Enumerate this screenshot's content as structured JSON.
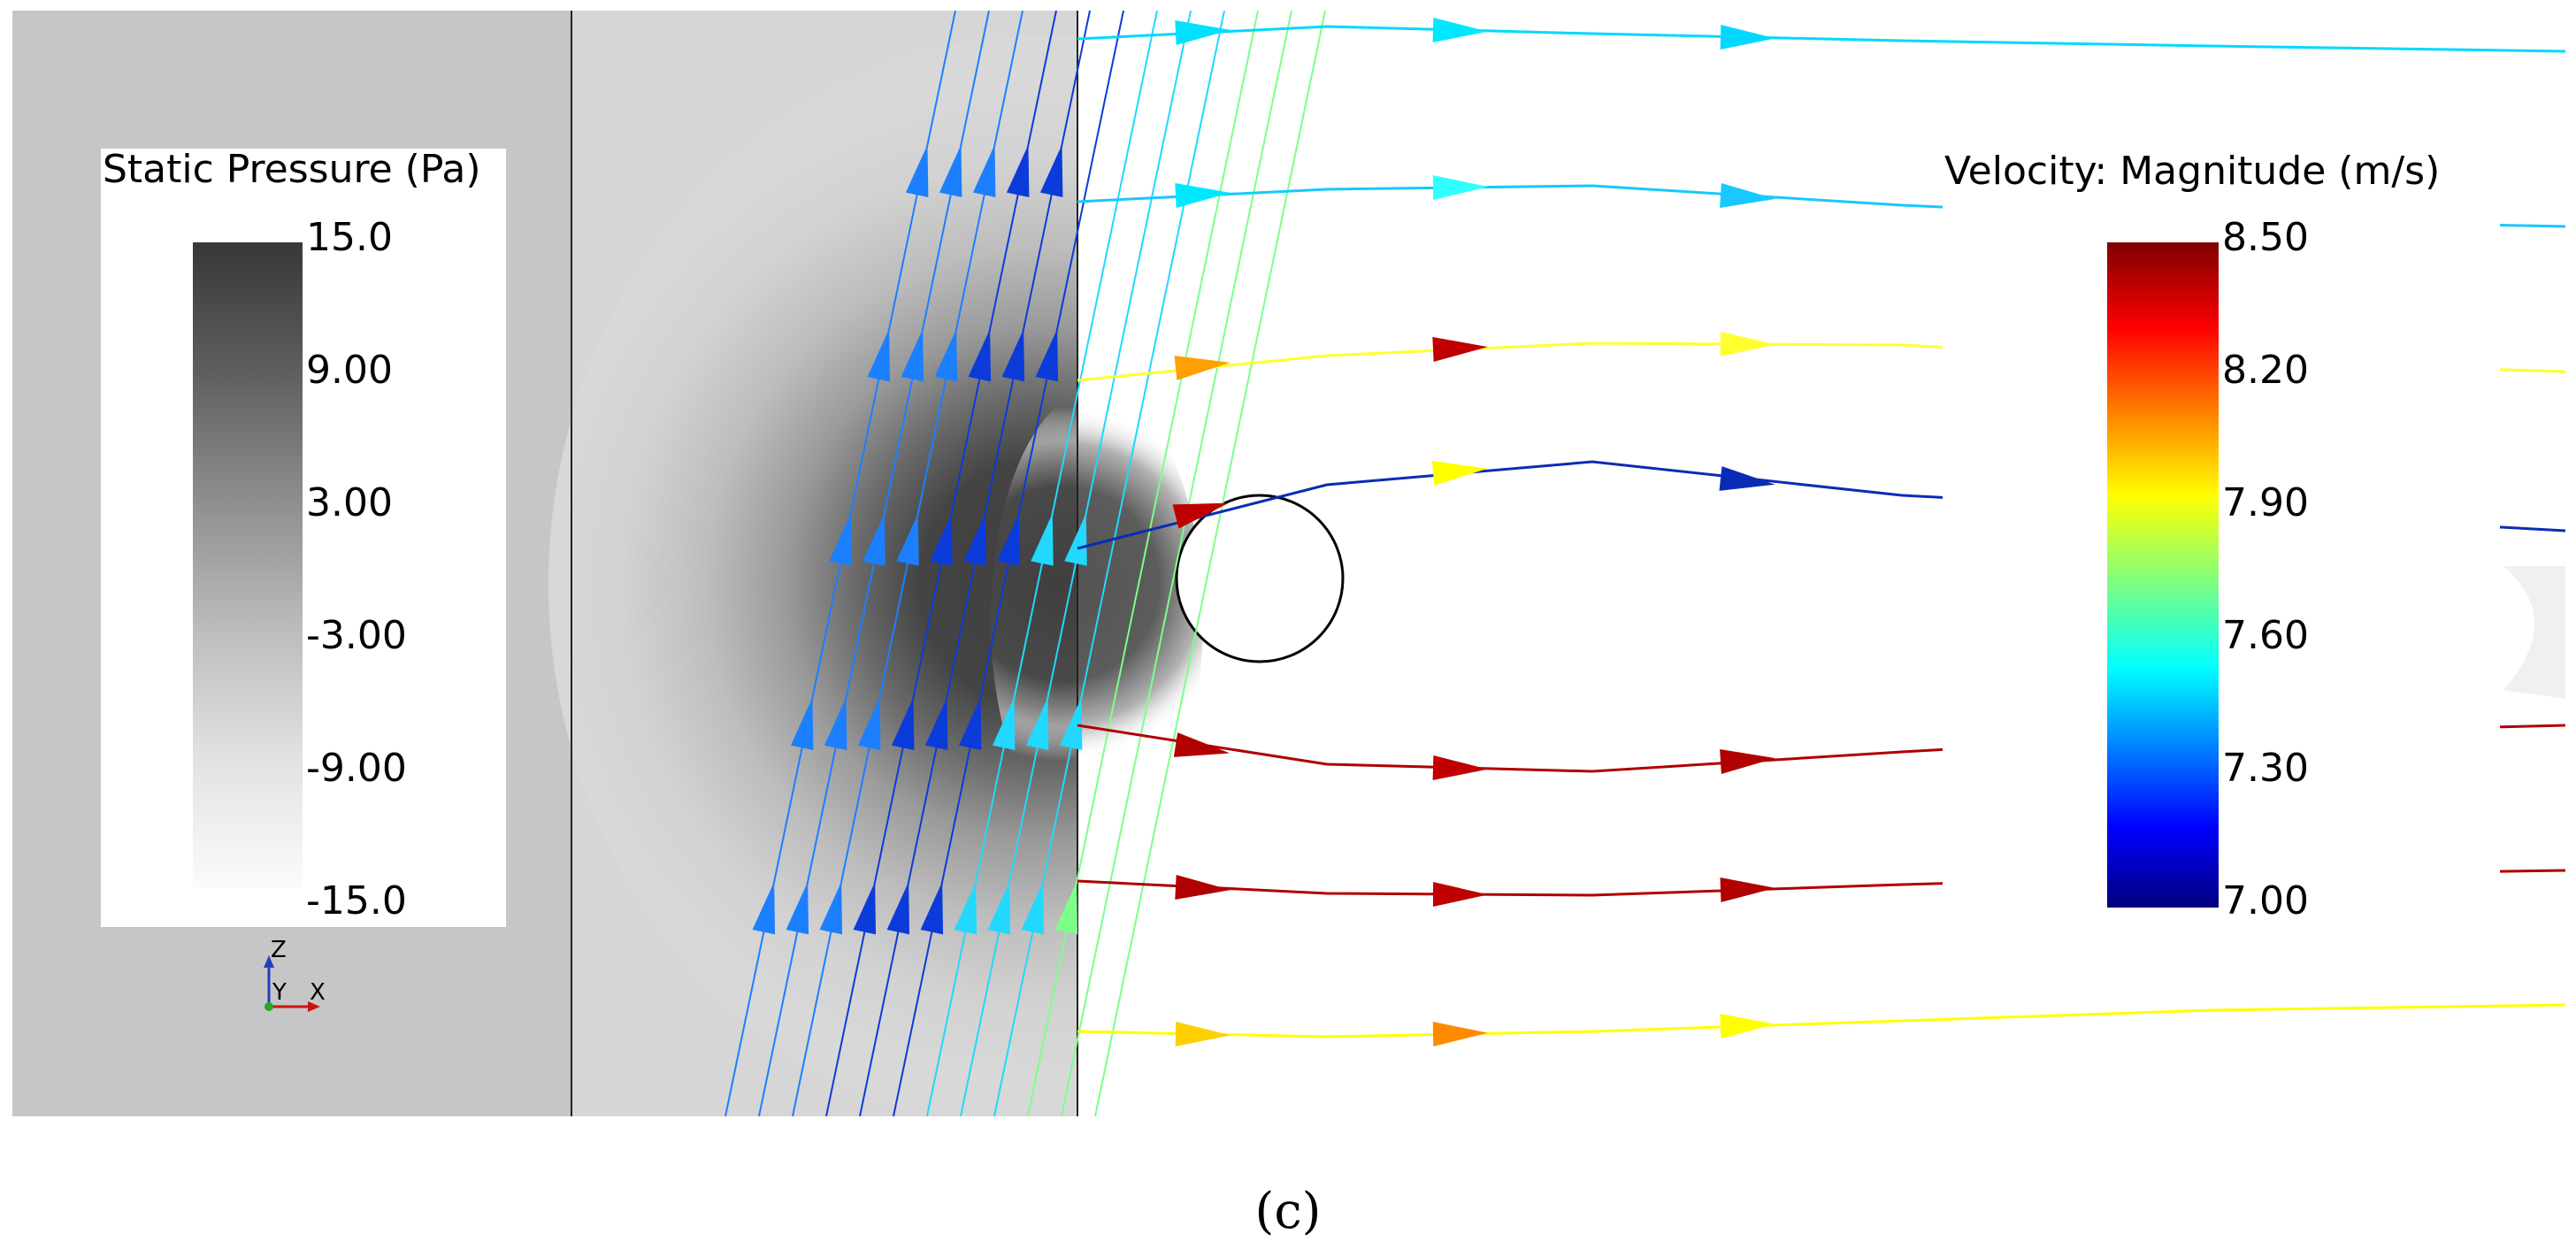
{
  "figure": {
    "caption": "(c)"
  },
  "pressure_legend": {
    "title": "Static Pressure (Pa)",
    "ticks": [
      "15.0",
      "9.00",
      "3.00",
      "-3.00",
      "-9.00",
      "-15.0"
    ],
    "range": [
      -15.0,
      15.0
    ],
    "colormap": "grayscale (dark = high)"
  },
  "velocity_legend": {
    "title": "Velocity: Magnitude (m/s)",
    "ticks": [
      "8.50",
      "8.20",
      "7.90",
      "7.60",
      "7.30",
      "7.00"
    ],
    "range": [
      7.0,
      8.5
    ],
    "colormap": "jet (blue = low, red = high)"
  },
  "axes_triad": {
    "z": "Z",
    "y": "Y",
    "x": "X"
  },
  "colors": {
    "jet_low": "#00008f",
    "jet_mid": "#00ffff",
    "jet_high": "#8b0000",
    "gray_high": "#404040",
    "gray_low": "#fafafa"
  }
}
